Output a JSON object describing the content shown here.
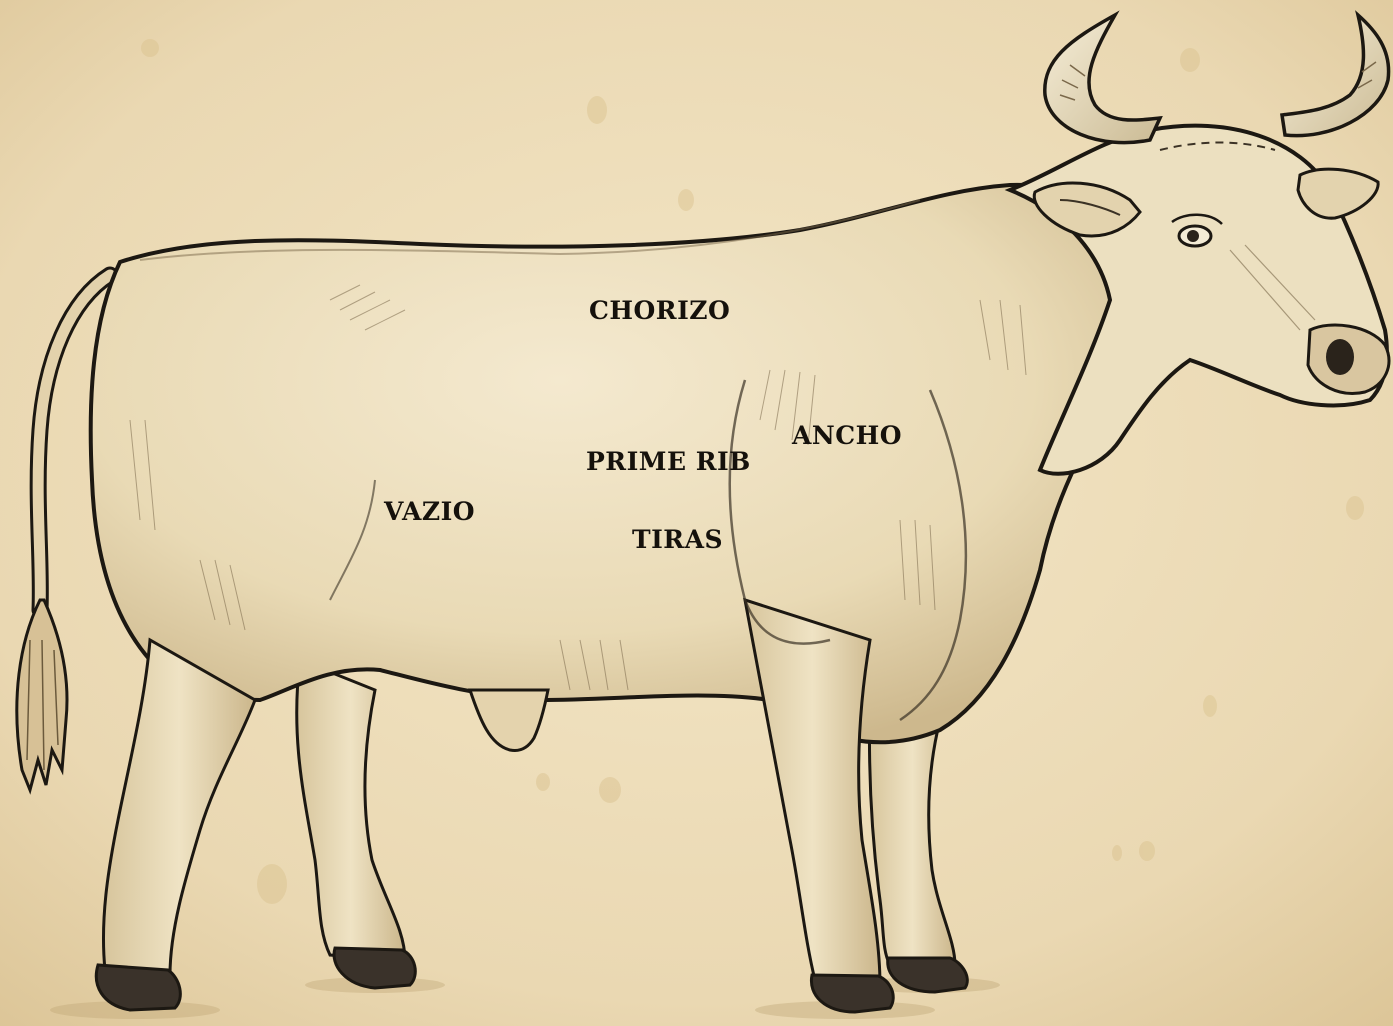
{
  "diagram": {
    "labels": {
      "chorizo": "CHORIZO",
      "ancho": "ANCHO",
      "prime_rib": "PRIME RIB",
      "vazio": "VAZIO",
      "tiras": "TIRAS"
    }
  },
  "colors": {
    "paper": "#ecdcb8",
    "hide": "#efe2c2",
    "ink": "#1c1812",
    "label": "#15110c"
  }
}
